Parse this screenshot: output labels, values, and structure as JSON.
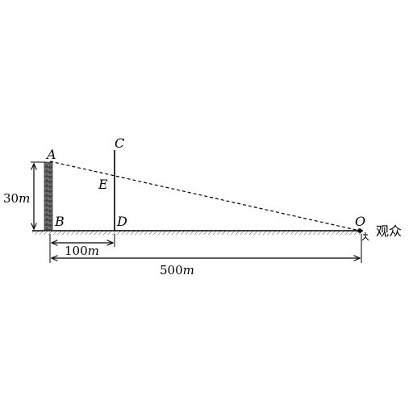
{
  "points": {
    "A": "A",
    "B": "B",
    "C": "C",
    "D": "D",
    "E": "E",
    "O": "O"
  },
  "measurements": {
    "height_value": "30",
    "height_unit": "m",
    "short_value": "100",
    "short_unit": "m",
    "long_value": "500",
    "long_unit": "m"
  },
  "viewer_label": "观众"
}
